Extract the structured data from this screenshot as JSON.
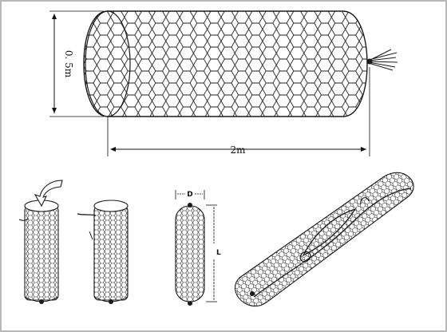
{
  "figure": {
    "top": {
      "height_label": "0. 5m",
      "length_label": "2m"
    },
    "bottom": {
      "diameter_label": "D",
      "length_label": "L"
    }
  },
  "colors": {
    "line": "#1a1a1a",
    "mesh": "#222222",
    "frame": "#b8b8b8",
    "background": "#ffffff"
  }
}
